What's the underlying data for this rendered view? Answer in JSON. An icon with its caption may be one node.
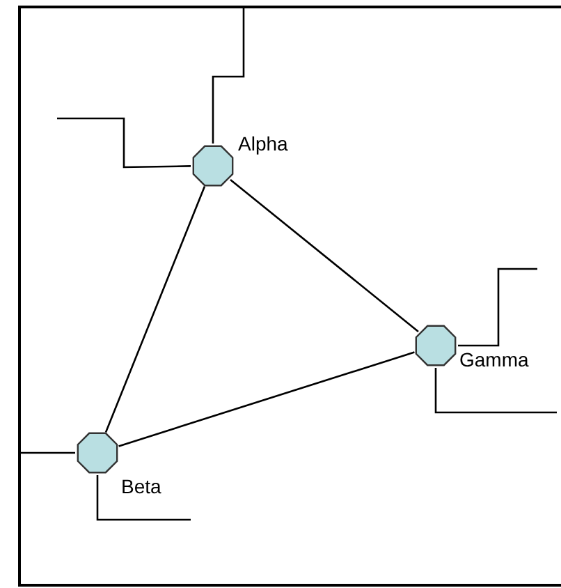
{
  "diagram": {
    "nodes": [
      {
        "text": [],
        "shape": "octagon",
        "beside": [
          "Alpha"
        ]
      },
      {
        "text": [],
        "shape": "octagon",
        "beside": [
          "Beta"
        ]
      },
      {
        "text": [],
        "shape": "octagon",
        "beside": [
          "Gamma"
        ]
      }
    ],
    "edges": [
      {
        "from": 0,
        "to": 1,
        "arrow": "none"
      },
      {
        "from": 0,
        "to": 2,
        "arrow": "none"
      },
      {
        "from": 2,
        "to": 1,
        "arrow": "none"
      },
      {
        "from": 0,
        "to": null,
        "arrow": "none"
      },
      {
        "from": 0,
        "to": null,
        "arrow": "none"
      },
      {
        "from": 2,
        "to": null,
        "arrow": "none"
      },
      {
        "from": 2,
        "to": null,
        "arrow": "none"
      },
      {
        "from": 1,
        "to": null,
        "arrow": "none"
      },
      {
        "from": 1,
        "to": null,
        "arrow": "none"
      }
    ]
  }
}
